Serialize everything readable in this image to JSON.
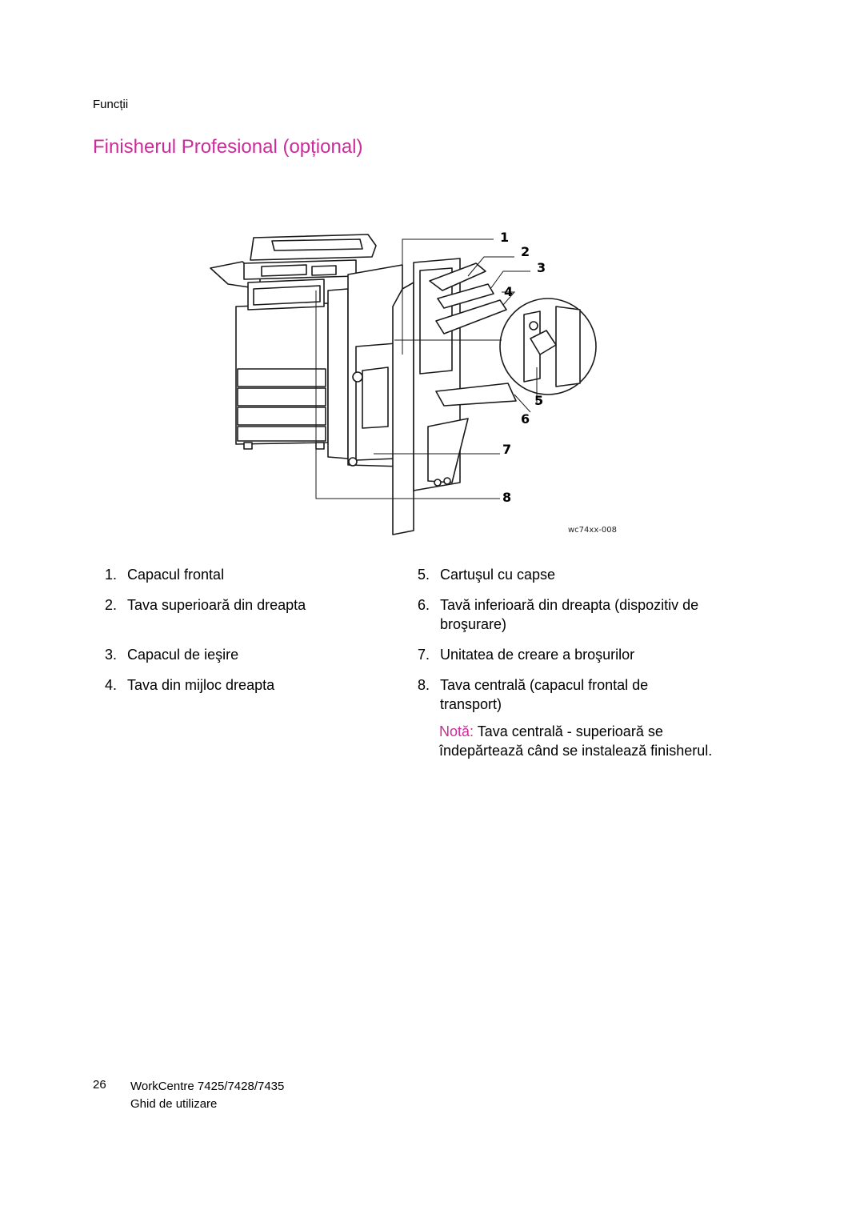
{
  "header": {
    "section": "Funcții"
  },
  "page_title": "Finisherul Profesional (opțional)",
  "figure": {
    "callouts": [
      "1",
      "2",
      "3",
      "4",
      "5",
      "6",
      "7",
      "8"
    ],
    "image_id": "wc74xx-008",
    "colors": {
      "stroke": "#1a1a1a",
      "fill": "#ffffff"
    }
  },
  "legend": [
    {
      "num": "1.",
      "text": "Capacul frontal"
    },
    {
      "num": "2.",
      "text": "Tava superioară din dreapta"
    },
    {
      "num": "3.",
      "text": "Capacul de ieşire"
    },
    {
      "num": "4.",
      "text": "Tava din mijloc dreapta"
    },
    {
      "num": "5.",
      "text": "Cartuşul cu capse"
    },
    {
      "num": "6.",
      "text": "Tavă inferioară din dreapta (dispozitiv de broşurare)"
    },
    {
      "num": "7.",
      "text": "Unitatea de creare a broşurilor"
    },
    {
      "num": "8.",
      "text": "Tava centrală (capacul frontal de transport)"
    }
  ],
  "note": {
    "label": "Notă:",
    "text": "Tava centrală - superioară se îndepărtează când se instalează finisherul."
  },
  "footer": {
    "page_number": "26",
    "product": "WorkCentre 7425/7428/7435",
    "guide": "Ghid de utilizare"
  },
  "colors": {
    "accent": "#cc2b9a",
    "text": "#000000",
    "background": "#ffffff"
  }
}
